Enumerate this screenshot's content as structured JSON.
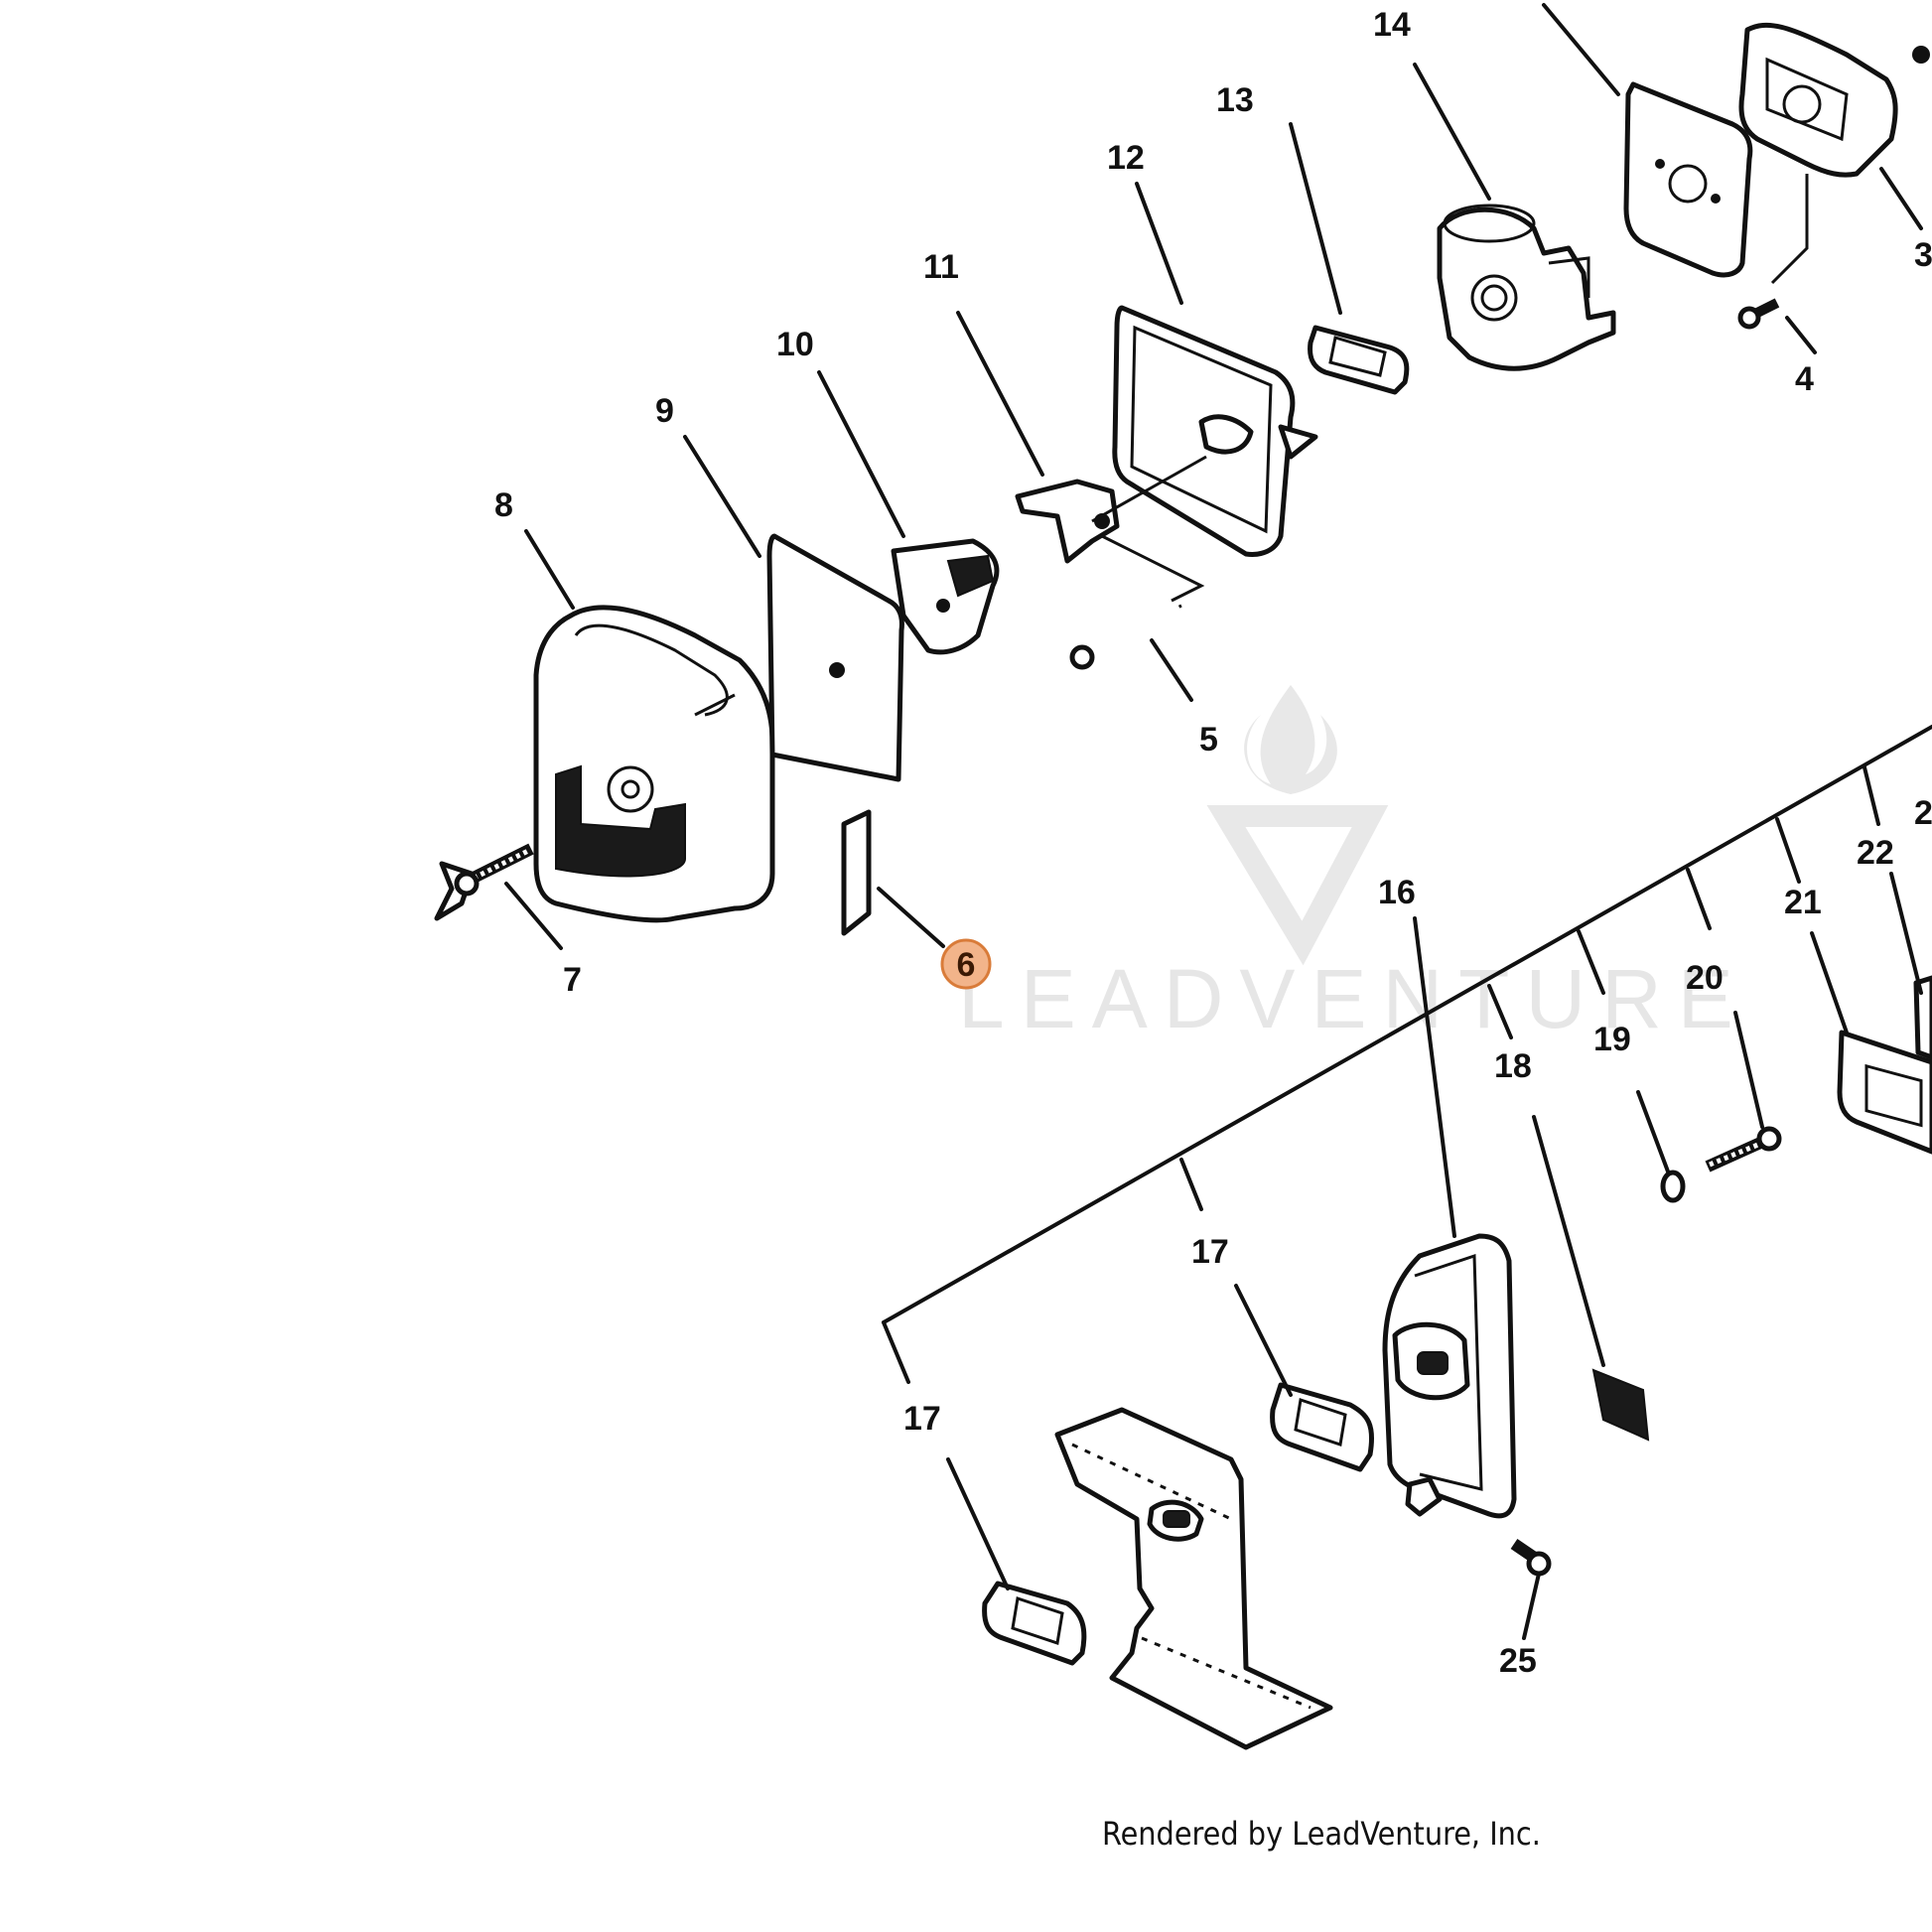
{
  "colors": {
    "highlight_fill": "#F2B48A",
    "highlight_stroke": "#D97C3A",
    "watermark": "#E6E6E6",
    "line": "#111111"
  },
  "watermark": {
    "text": "LEADVENTURE",
    "icon": "flame-v-logo"
  },
  "credit": "Rendered by LeadVenture, Inc.",
  "highlighted_callout": "6",
  "callouts": [
    "3",
    "4",
    "5",
    "6",
    "7",
    "8",
    "9",
    "10",
    "11",
    "12",
    "13",
    "14",
    "16",
    "17",
    "17",
    "18",
    "19",
    "20",
    "21",
    "22",
    "2",
    "25"
  ]
}
